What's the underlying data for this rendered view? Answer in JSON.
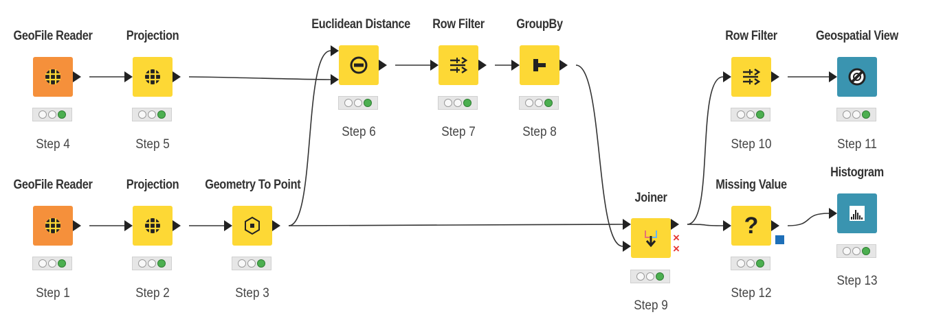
{
  "colors": {
    "reader": "#f5903b",
    "manipulator": "#fdd835",
    "view": "#3a94b0",
    "connection": "#333333",
    "status_ok": "#4caf50"
  },
  "nodes": [
    {
      "id": "n4",
      "title": "GeoFile Reader",
      "label": "Step 4",
      "icon": "globe-grid-icon",
      "kind": "reader",
      "status": "green"
    },
    {
      "id": "n5",
      "title": "Projection",
      "label": "Step 5",
      "icon": "globe-grid-icon",
      "kind": "manipulator",
      "status": "green"
    },
    {
      "id": "n6",
      "title": "Euclidean Distance",
      "label": "Step 6",
      "icon": "distance-icon",
      "kind": "manipulator",
      "status": "green"
    },
    {
      "id": "n7",
      "title": "Row Filter",
      "label": "Step 7",
      "icon": "row-filter-icon",
      "kind": "manipulator",
      "status": "green"
    },
    {
      "id": "n8",
      "title": "GroupBy",
      "label": "Step 8",
      "icon": "groupby-icon",
      "kind": "manipulator",
      "status": "green"
    },
    {
      "id": "n10",
      "title": "Row Filter",
      "label": "Step 10",
      "icon": "row-filter-icon",
      "kind": "manipulator",
      "status": "green"
    },
    {
      "id": "n11",
      "title": "Geospatial View",
      "label": "Step 11",
      "icon": "map-view-icon",
      "kind": "view",
      "status": "green"
    },
    {
      "id": "n1",
      "title": "GeoFile Reader",
      "label": "Step 1",
      "icon": "globe-grid-icon",
      "kind": "reader",
      "status": "green"
    },
    {
      "id": "n2",
      "title": "Projection",
      "label": "Step 2",
      "icon": "globe-grid-icon",
      "kind": "manipulator",
      "status": "green"
    },
    {
      "id": "n3",
      "title": "Geometry To Point",
      "label": "Step 3",
      "icon": "geometry-point-icon",
      "kind": "manipulator",
      "status": "green"
    },
    {
      "id": "n9",
      "title": "Joiner",
      "label": "Step 9",
      "icon": "joiner-icon",
      "kind": "manipulator",
      "status": "green"
    },
    {
      "id": "n12",
      "title": "Missing Value",
      "label": "Step 12",
      "icon": "question-icon",
      "kind": "manipulator",
      "status": "green"
    },
    {
      "id": "n13",
      "title": "Histogram",
      "label": "Step 13",
      "icon": "histogram-icon",
      "kind": "view",
      "status": "green"
    }
  ],
  "connections": [
    {
      "from": "n4",
      "to": "n5"
    },
    {
      "from": "n5",
      "to": "n6"
    },
    {
      "from": "n6",
      "to": "n7"
    },
    {
      "from": "n7",
      "to": "n8"
    },
    {
      "from": "n8",
      "to": "n9"
    },
    {
      "from": "n1",
      "to": "n2"
    },
    {
      "from": "n2",
      "to": "n3"
    },
    {
      "from": "n3",
      "to": "n6"
    },
    {
      "from": "n3",
      "to": "n9"
    },
    {
      "from": "n9",
      "to": "n10"
    },
    {
      "from": "n10",
      "to": "n11"
    },
    {
      "from": "n9",
      "to": "n12"
    },
    {
      "from": "n12",
      "to": "n13"
    }
  ]
}
